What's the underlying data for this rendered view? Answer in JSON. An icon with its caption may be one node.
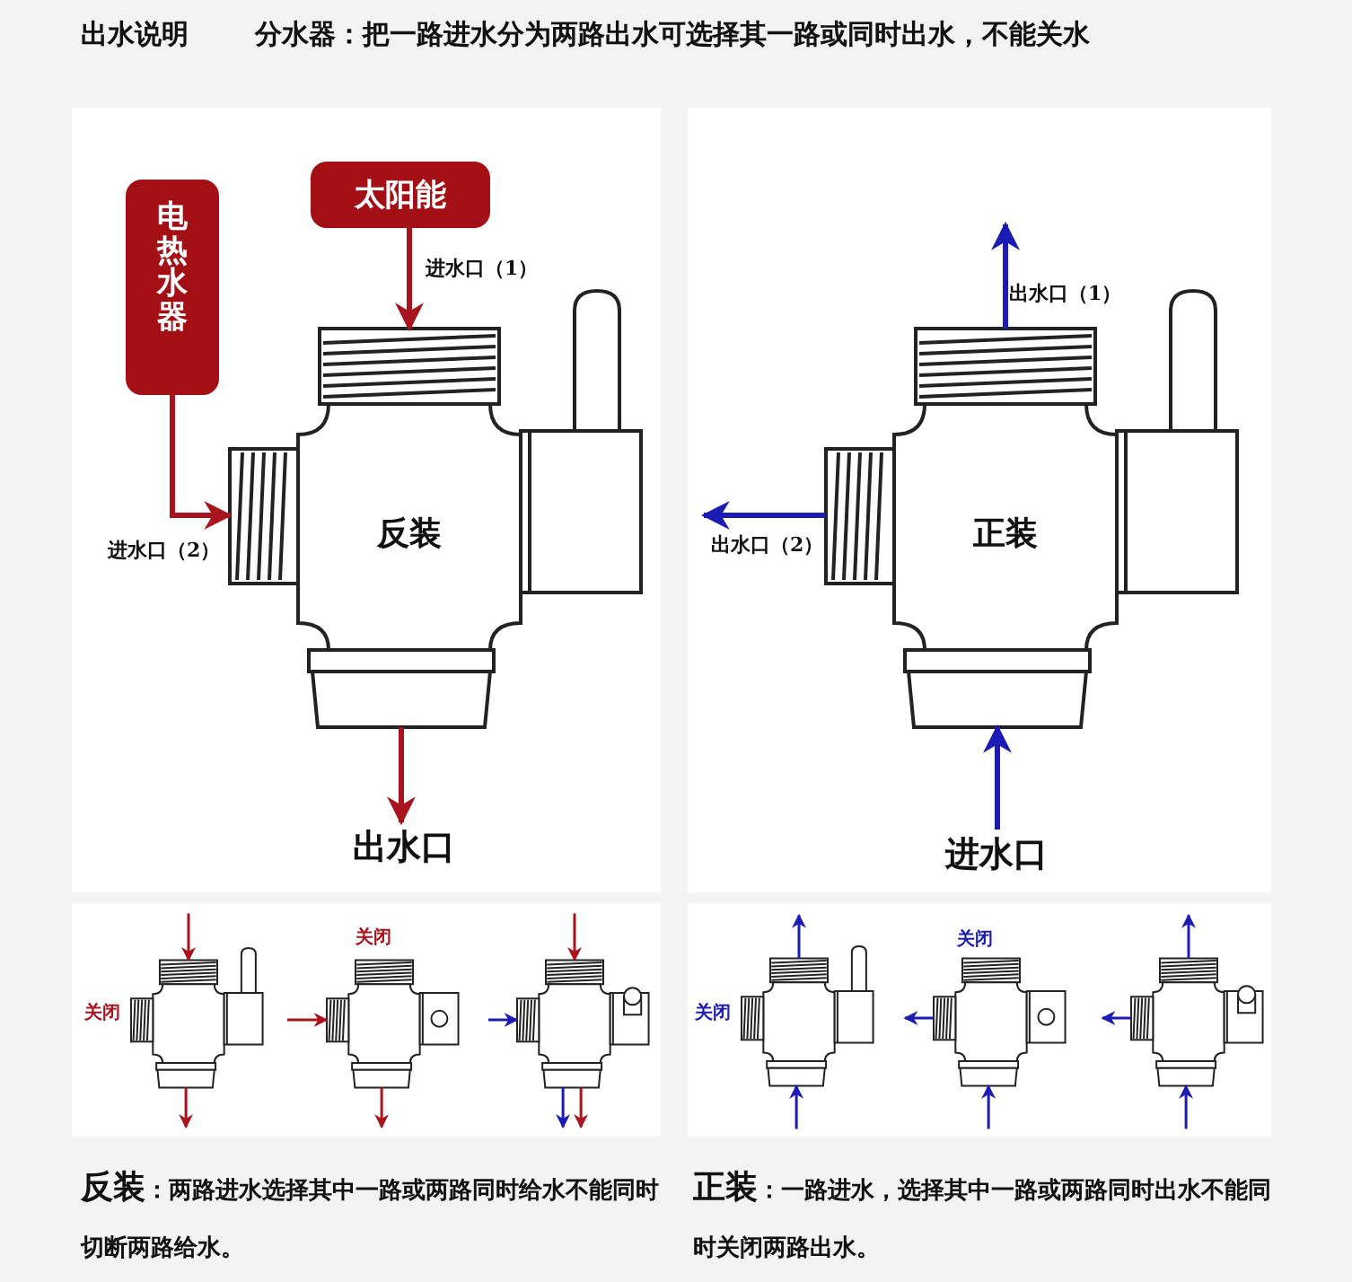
{
  "diagram": {
    "title": "出水说明",
    "nodes": [
      {
        "text": [
          "太阳能"
        ]
      },
      {
        "text": [
          "电热水器"
        ]
      },
      {
        "text": [
          "反装"
        ]
      },
      {
        "text": [
          "出水口"
        ]
      },
      {
        "text": [
          "正装"
        ]
      },
      {
        "text": [
          "进水口"
        ]
      },
      {
        "text": [],
        "shape": "valve",
        "beside": [
          "关闭"
        ]
      },
      {
        "text": [],
        "shape": "valve",
        "beside": [
          "关闭"
        ]
      },
      {
        "text": [],
        "shape": "valve"
      },
      {
        "text": [],
        "shape": "valve",
        "beside": [
          "关闭"
        ]
      },
      {
        "text": [],
        "shape": "valve",
        "beside": [
          "关闭"
        ]
      },
      {
        "text": [],
        "shape": "valve"
      }
    ],
    "edges": [
      {
        "from": 0,
        "to": 2,
        "arrow": "to",
        "label": "进水口（1）",
        "color": "#a8141e",
        "style": "thick"
      },
      {
        "from": 1,
        "to": 2,
        "arrow": "to",
        "label": "进水口（2）",
        "color": "#a8141e",
        "style": "thick"
      },
      {
        "from": 2,
        "to": 3,
        "arrow": "to",
        "color": "#a8141e",
        "style": "thick"
      },
      {
        "from": 4,
        "to": null,
        "arrow": "to",
        "label": "出水口（1）",
        "style": "thick"
      },
      {
        "from": 4,
        "to": null,
        "arrow": "to",
        "label": "出水口（2）",
        "style": "thick"
      },
      {
        "from": 5,
        "to": 4,
        "arrow": "to",
        "style": "thick"
      },
      {
        "from": null,
        "to": 6,
        "arrow": "to",
        "color": "#a8141e"
      },
      {
        "from": 6,
        "to": null,
        "arrow": "to",
        "color": "#a8141e"
      },
      {
        "from": null,
        "to": 7,
        "arrow": "to",
        "color": "#a8141e"
      },
      {
        "from": 7,
        "to": null,
        "arrow": "to",
        "color": "#a8141e"
      },
      {
        "from": null,
        "to": 8,
        "arrow": "to",
        "color": "#a8141e"
      },
      {
        "from": null,
        "to": 8,
        "arrow": "to"
      },
      {
        "from": 8,
        "to": null,
        "arrow": "to"
      },
      {
        "from": 8,
        "to": null,
        "arrow": "to",
        "color": "#a8141e"
      },
      {
        "from": 9,
        "to": null,
        "arrow": "to"
      },
      {
        "from": null,
        "to": 9,
        "arrow": "to"
      },
      {
        "from": 10,
        "to": null,
        "arrow": "to"
      },
      {
        "from": null,
        "to": 10,
        "arrow": "to"
      },
      {
        "from": 11,
        "to": null,
        "arrow": "to"
      },
      {
        "from": 11,
        "to": null,
        "arrow": "to"
      },
      {
        "from": null,
        "to": 11,
        "arrow": "to"
      }
    ],
    "labels": [
      "分水器：把一路进水分为两路出水可选择其一路或同时出水，不能关水",
      "**反装**：两路进水选择其中一路或两路同时给水不能同时切断两路给水。",
      "**正装**：一路进水，选择其中一路或两路同时出水不能同时关闭两路出水。"
    ]
  }
}
